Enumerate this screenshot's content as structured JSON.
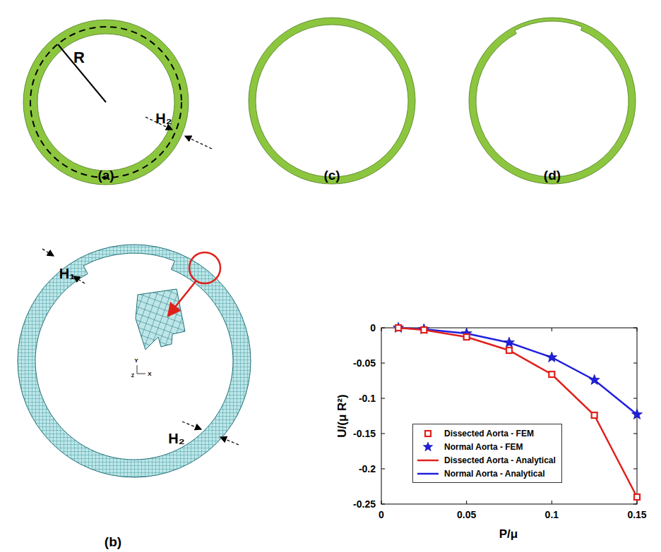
{
  "diagram": {
    "labels": [
      "R",
      "H₂",
      "(a)",
      "(c)",
      "(d)",
      "H₁",
      "H₂",
      "Y",
      "Z",
      "X",
      "(b)",
      "0",
      "-0.05",
      "-0.1",
      "-0.15",
      "-0.2",
      "-0.25",
      "0",
      "0.05",
      "0.1",
      "0.15",
      "U/(μ R²)",
      "P/μ"
    ],
    "legend": [
      {
        "text": "Dissected Aorta - FEM"
      },
      {
        "text": "Normal Aorta - FEM"
      },
      {
        "text": "Dissected Aorta - Analytical"
      },
      {
        "text": "Normal Aorta - Analytical"
      }
    ]
  }
}
